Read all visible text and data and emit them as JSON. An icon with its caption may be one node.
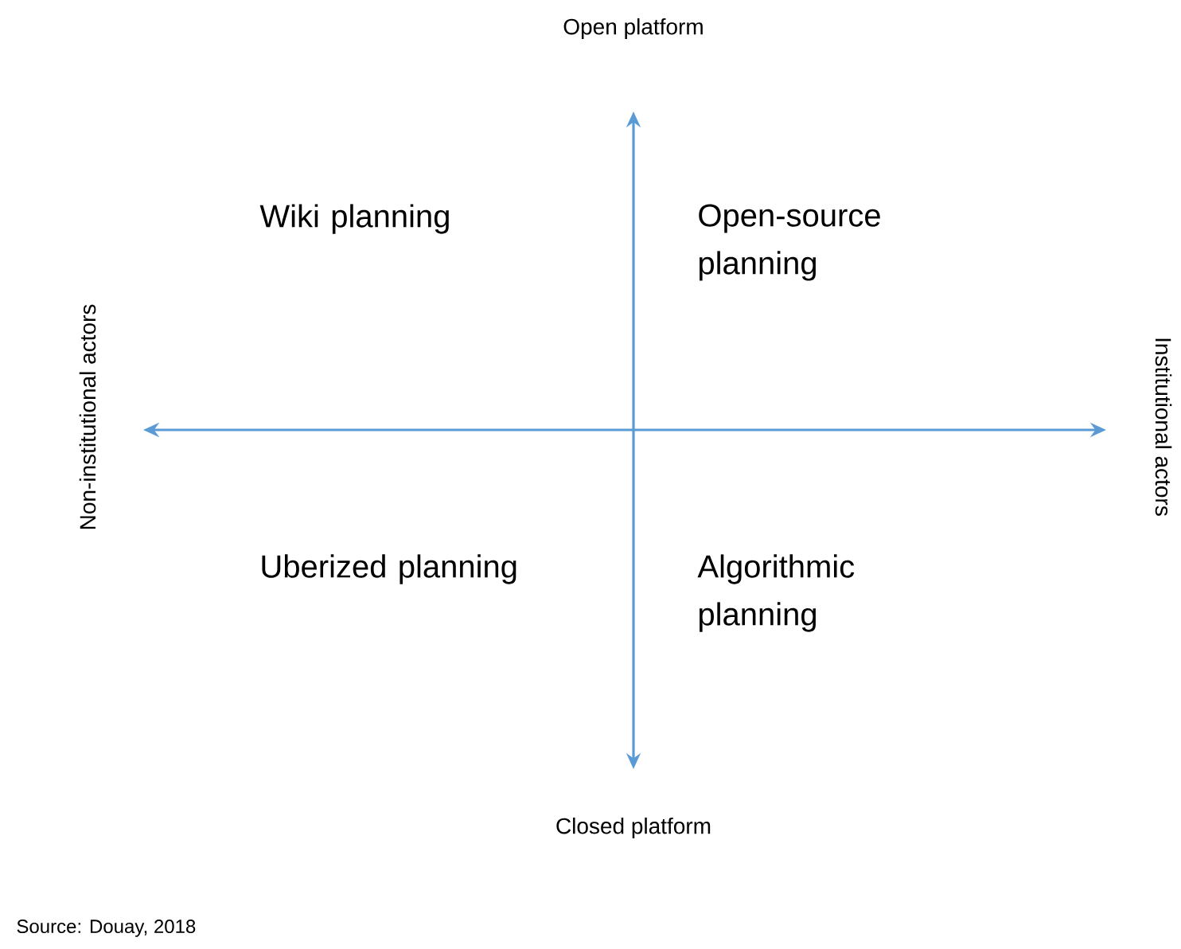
{
  "diagram": {
    "caption": "Source: Douay, 2018",
    "labels": [
      "Open platform",
      "Wiki planning",
      "Open-source planning",
      "Non-institutional actors",
      "Institutional actors",
      "Uberized planning",
      "Algorithmic planning",
      "Closed platform"
    ]
  }
}
